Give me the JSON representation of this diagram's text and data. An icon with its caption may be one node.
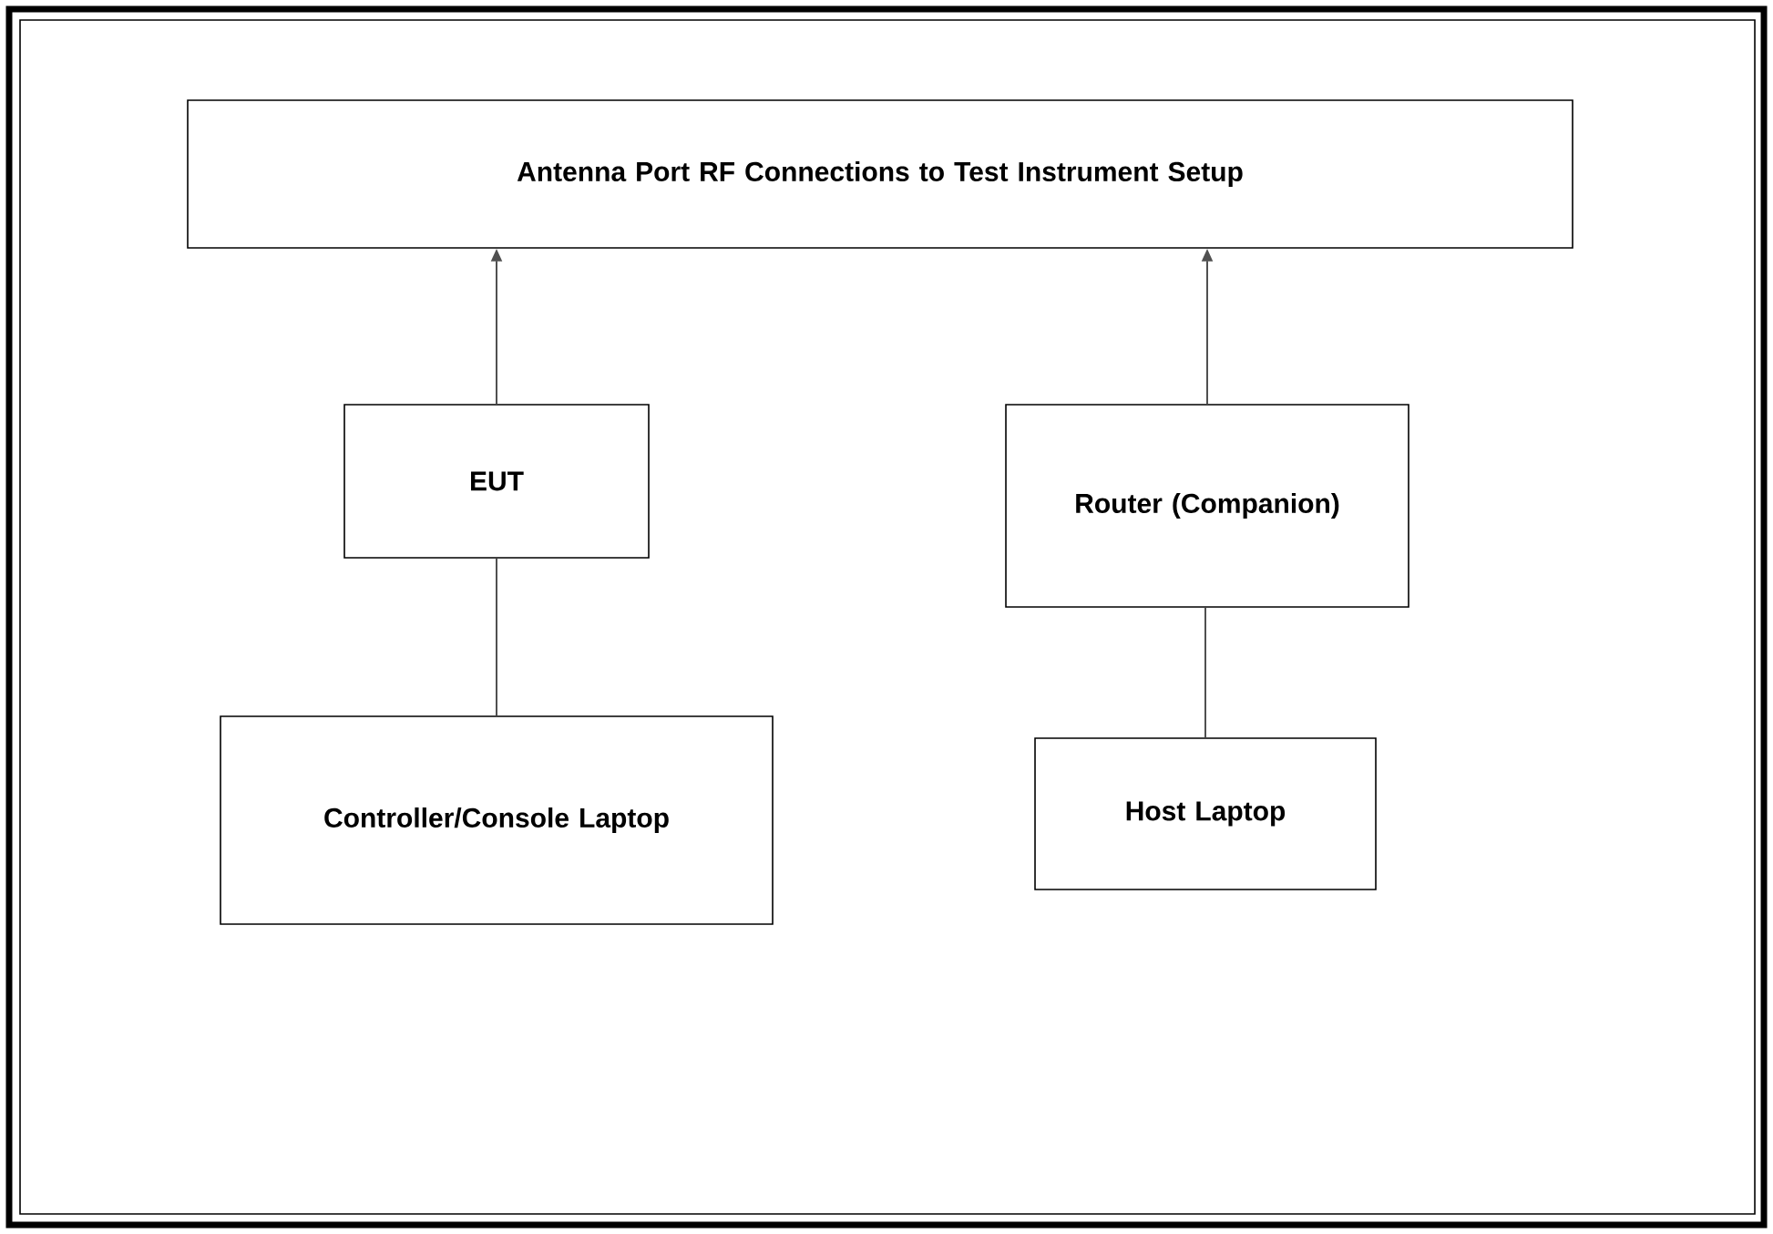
{
  "diagram": {
    "nodes": [
      {
        "text": [
          "Antenna Port RF Connections to Test Instrument Setup"
        ]
      },
      {
        "text": [
          "EUT"
        ]
      },
      {
        "text": [
          "Router (Companion)"
        ]
      },
      {
        "text": [
          "Controller/Console Laptop"
        ]
      },
      {
        "text": [
          "Host Laptop"
        ]
      }
    ],
    "edges": [
      {
        "from": 1,
        "to": 0,
        "arrow": "to"
      },
      {
        "from": 2,
        "to": 0,
        "arrow": "to"
      },
      {
        "from": 3,
        "to": 1,
        "arrow": "none"
      },
      {
        "from": 4,
        "to": 2,
        "arrow": "none"
      }
    ]
  }
}
